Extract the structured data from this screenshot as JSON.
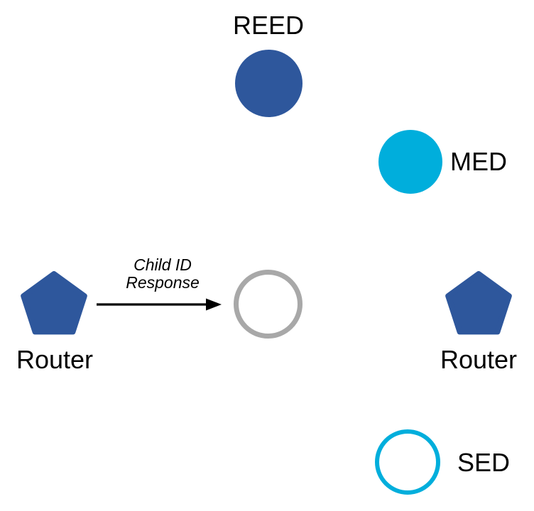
{
  "colors": {
    "node_blue": "#2E579C",
    "node_cyan": "#00AEDC",
    "ring_gray": "#A8A8A8",
    "arrow_black": "#000000"
  },
  "nodes": {
    "reed": {
      "label": "REED",
      "shape": "circle",
      "style": "filled-blue"
    },
    "med": {
      "label": "MED",
      "shape": "circle",
      "style": "filled-cyan"
    },
    "router_left": {
      "label": "Router",
      "shape": "pentagon",
      "style": "filled-blue"
    },
    "joining_device": {
      "label": "",
      "shape": "circle",
      "style": "outlined-gray"
    },
    "router_right": {
      "label": "Router",
      "shape": "pentagon",
      "style": "filled-blue"
    },
    "sed": {
      "label": "SED",
      "shape": "circle",
      "style": "outlined-cyan"
    }
  },
  "edge": {
    "label_line1": "Child ID",
    "label_line2": "Response"
  }
}
